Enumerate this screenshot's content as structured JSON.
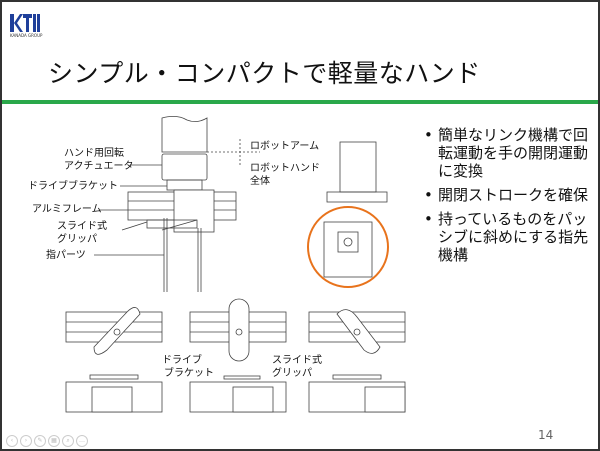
{
  "logo": {
    "text": "KTI",
    "sub": "KANADA GROUP"
  },
  "title": "シンプル・コンパクトで軽量なハンド",
  "bullets": [
    "簡単なリンク機構で回転運動を手の開閉運動に変換",
    "開閉ストロークを確保",
    "持っているものをパッシブに斜めにする指先機構"
  ],
  "labels": {
    "actuator": "ハンド用回転",
    "actuator2": "アクチュエータ",
    "drive_bracket": "ドライブブラケット",
    "alu_frame": "アルミフレーム",
    "slide_gripper": "スライド式",
    "slide_gripper2": "グリッパ",
    "finger": "指パーツ",
    "robot_arm": "ロボットアーム",
    "robot_hand": "ロボットハンド",
    "robot_hand2": "全体",
    "bottom_drive": "ドライブ",
    "bottom_drive2": "ブラケット",
    "bottom_slide": "スライド式",
    "bottom_slide2": "グリッパ"
  },
  "page_number": "14",
  "colors": {
    "accent_green": "#2aa84a",
    "highlight_orange": "#e8731c",
    "logo_blue": "#1f3f9a"
  },
  "controls": [
    "prev-icon",
    "next-icon",
    "pen-icon",
    "slides-icon",
    "zoom-icon",
    "more-icon"
  ]
}
